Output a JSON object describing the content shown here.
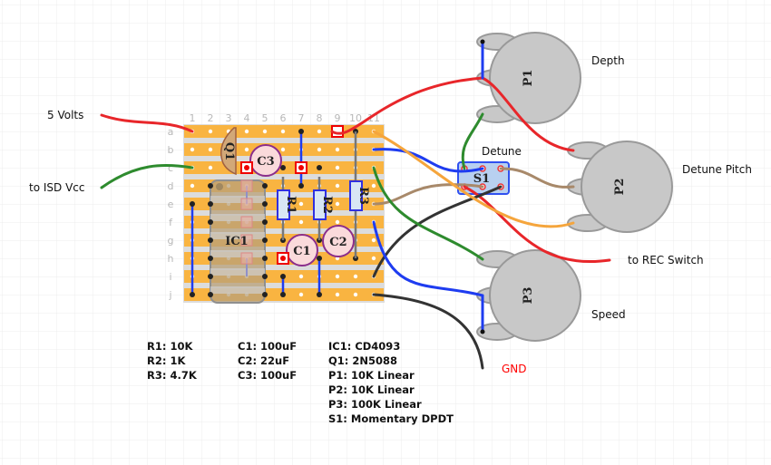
{
  "board": {
    "columns": [
      "1",
      "2",
      "3",
      "4",
      "5",
      "6",
      "7",
      "8",
      "9",
      "10",
      "11"
    ],
    "rows": [
      "a",
      "b",
      "c",
      "d",
      "e",
      "f",
      "g",
      "h",
      "i",
      "j"
    ]
  },
  "parts": {
    "q1": "Q1",
    "c1": "C1",
    "c2": "C2",
    "c3": "C3",
    "r1": "R1",
    "r2": "R2",
    "r3": "R3",
    "ic1": "IC1",
    "p1": "P1",
    "p2": "P2",
    "p3": "P3",
    "s1": "S1"
  },
  "labels": {
    "five_volts": "5 Volts",
    "isd_vcc": "to ISD Vcc",
    "depth": "Depth",
    "detune": "Detune",
    "detune_pitch": "Detune Pitch",
    "rec_switch": "to REC Switch",
    "speed": "Speed",
    "gnd": "GND"
  },
  "legend": {
    "col1": [
      "R1: 10K",
      "R2: 1K",
      "R3: 4.7K"
    ],
    "col2": [
      "C1: 100uF",
      "C2: 22uF",
      "C3: 100uF"
    ],
    "col3": [
      "IC1: CD4093",
      "Q1: 2N5088",
      "P1: 10K Linear",
      "P2: 10K Linear",
      "P3: 100K Linear",
      "S1: Momentary DPDT"
    ]
  },
  "colors": {
    "strip": "#f9b441",
    "wire_red": "#e8262a",
    "wire_green": "#2e8b2e",
    "wire_blue": "#1e3cf0",
    "wire_black": "#333333",
    "wire_brown": "#a8896a",
    "wire_orange": "#f5a53c",
    "gnd_text": "#ff0000"
  }
}
